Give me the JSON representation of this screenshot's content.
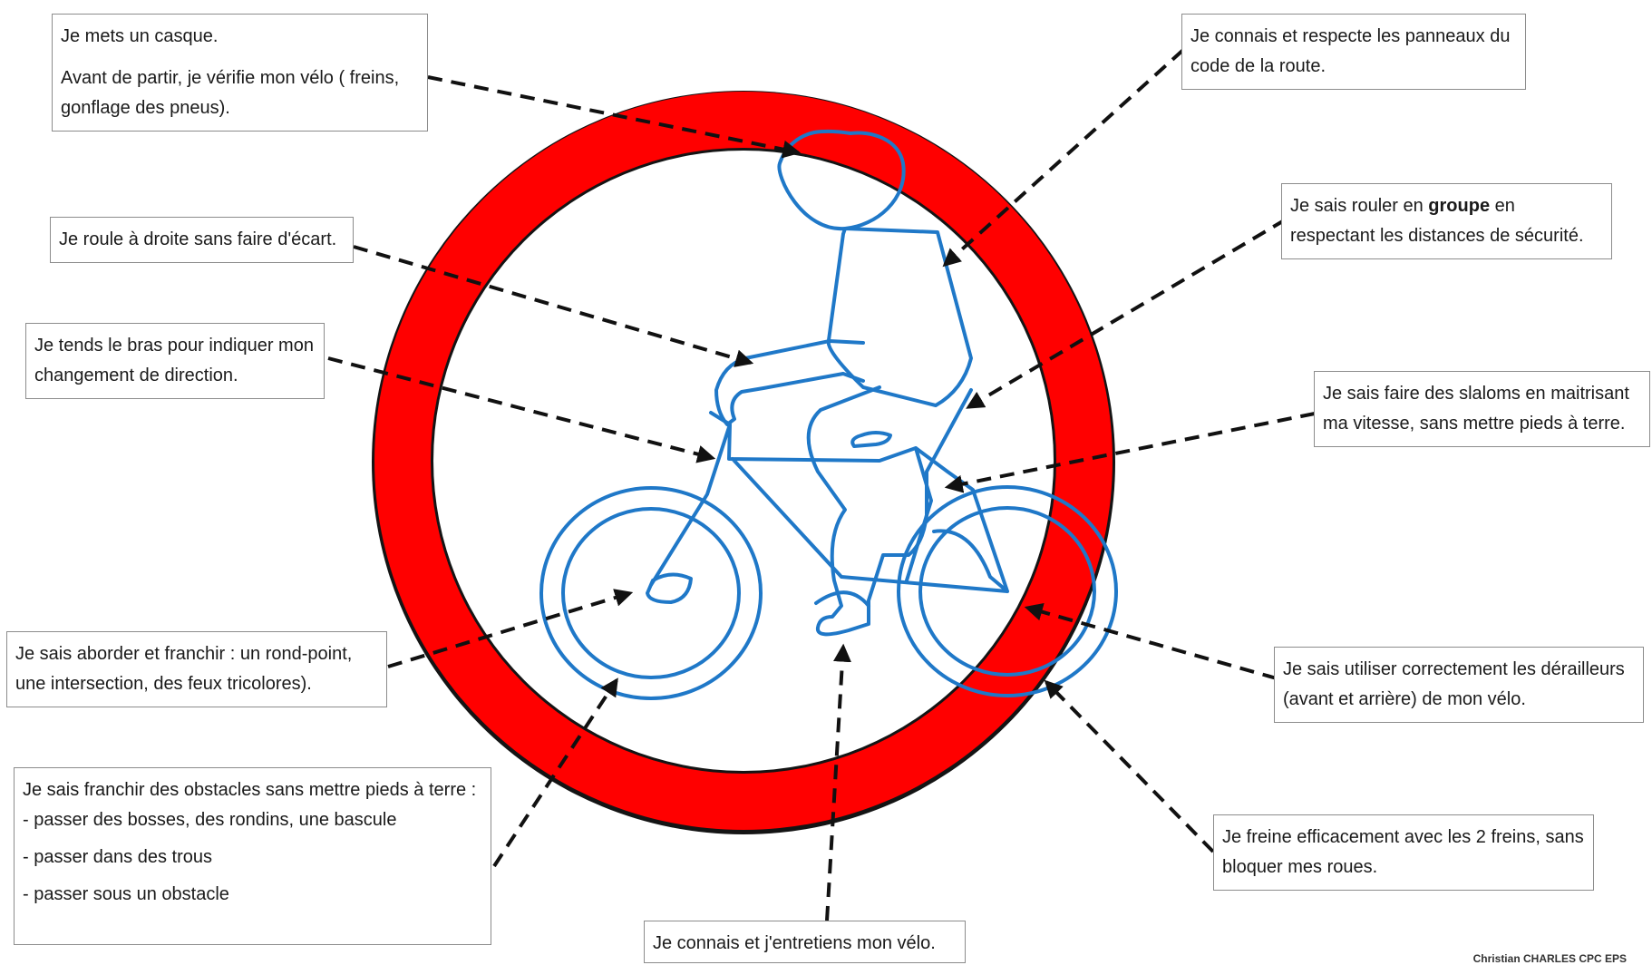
{
  "colors": {
    "ring": "#ff0000",
    "ring_outline": "#141414",
    "figure": "#1f78c8",
    "arrow": "#111111",
    "box_border": "#8c8c8c"
  },
  "notes": {
    "helmet": {
      "line1": "Je mets un casque.",
      "line2": "Avant de partir, je vérifie mon vélo ( freins, gonflage des pneus)."
    },
    "keep_right": "Je  roule à droite sans faire d'écart.",
    "arm_signal": "Je tends le bras pour indiquer mon changement de direction.",
    "intersections": "Je sais aborder et franchir : un rond-point, une intersection, des feux tricolores).",
    "obstacles": {
      "intro": "Je sais franchir des obstacles sans mettre pieds à terre :",
      "item1": "- passer des bosses, des rondins, une bascule",
      "item2": "- passer dans des trous",
      "item3": "- passer sous un obstacle"
    },
    "road_signs": "Je connais et respecte les panneaux du code de la route.",
    "group": {
      "before": "Je sais rouler en ",
      "bold": "groupe",
      "after": " en respectant les distances de sécurité."
    },
    "slalom": "Je sais faire des slaloms en maitrisant ma vitesse, sans mettre pieds à terre.",
    "gears": "Je sais utiliser correctement les dérailleurs (avant et arrière) de mon vélo.",
    "braking": "Je freine efficacement avec les 2 freins, sans bloquer mes roues.",
    "maintenance": "Je connais et j'entretiens mon vélo."
  },
  "credit": "Christian CHARLES CPC EPS"
}
